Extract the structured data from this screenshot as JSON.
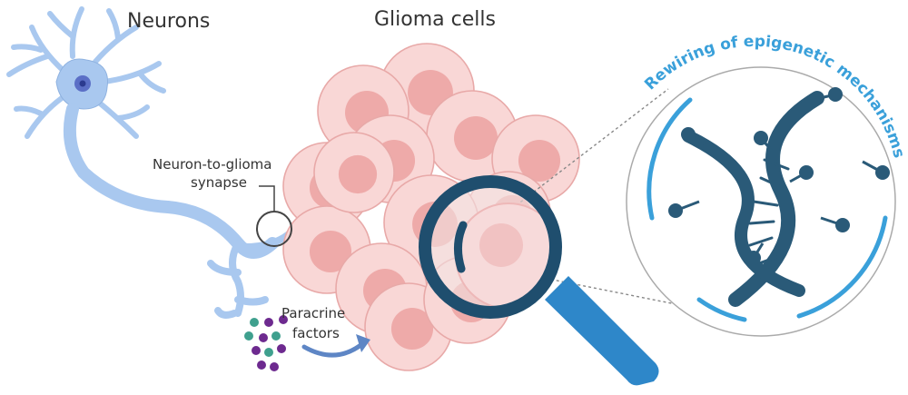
{
  "labels": {
    "neurons": "Neurons",
    "glioma_cells": "Glioma cells",
    "synapse_line1": "Neuron-to-glioma",
    "synapse_line2": "synapse",
    "paracrine_line1": "Paracrine",
    "paracrine_line2": "factors",
    "epigenetic": "Rewiring of epigenetic mechanisms"
  },
  "colors": {
    "neuron": "#a9c8ef",
    "neuron_stroke": "#8fb2e0",
    "neuron_nucleus": "#5b6fc6",
    "cell_outer": "#f9d7d6",
    "cell_stroke": "#e8a9a8",
    "cell_nucleus": "#eeaaa9",
    "magnifier_rim": "#1f4e6e",
    "magnifier_handle": "#2e87c9",
    "dna": "#2a5a78",
    "accent_blue": "#3aa0da",
    "arrow": "#5e86c5",
    "particle_green": "#3fa08e",
    "particle_purple": "#6d2a8f"
  }
}
